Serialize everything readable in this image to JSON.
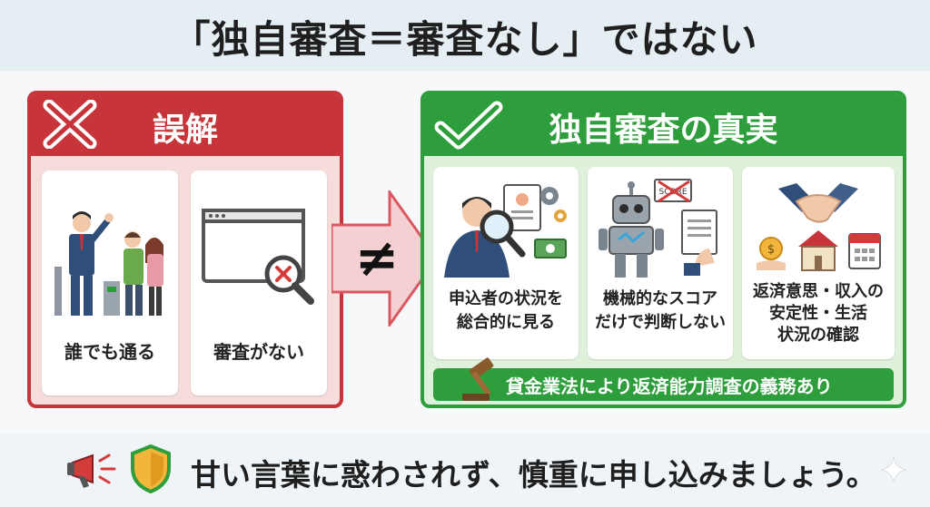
{
  "title": "「独自審査＝審査なし」ではない",
  "left": {
    "heading": "誤解",
    "cards": [
      {
        "label": "誰でも通る"
      },
      {
        "label": "審査がない"
      }
    ]
  },
  "arrow_symbol": "≠",
  "right": {
    "heading": "独自審査の真実",
    "cards": [
      {
        "line1": "申込者の状況を",
        "line2": "総合的に見る"
      },
      {
        "line1": "機械的なスコア",
        "line2": "だけで判断しない"
      },
      {
        "line1": "返済意思・収入の",
        "line2": "安定性・生活",
        "line3": "状況の確認"
      }
    ],
    "law": "貸金業法により返済能力調査の義務あり",
    "score_sign": "SCORE"
  },
  "footer": "甘い言葉に惑わされず、慎重に申し込みましょう。",
  "colors": {
    "red": "#c7353a",
    "green": "#2e9e3c",
    "pink": "#f7dcdc",
    "mint": "#dff0db"
  }
}
